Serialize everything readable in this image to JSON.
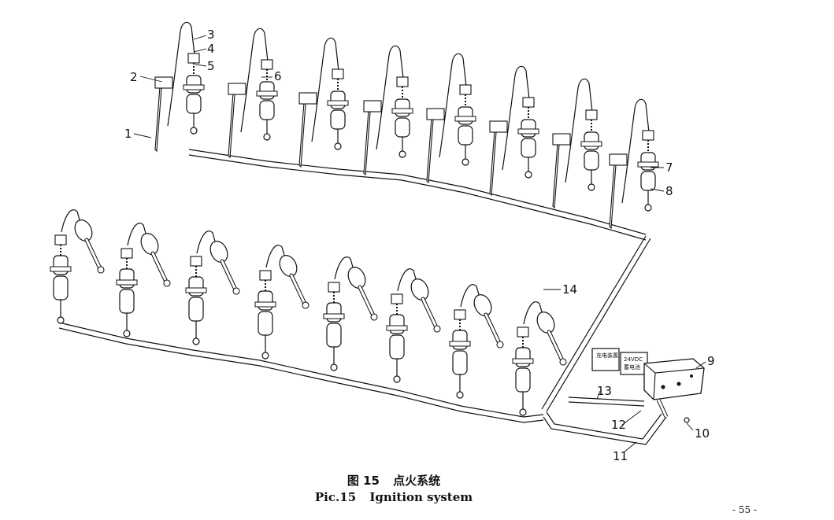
{
  "figure": {
    "number_cn": "图 15",
    "title_cn": "点火系统",
    "number_en": "Pic.15",
    "title_en": "Ignition system"
  },
  "page_number": "- 55 -",
  "callouts": [
    "1",
    "2",
    "3",
    "4",
    "5",
    "6",
    "7",
    "8",
    "9",
    "10",
    "11",
    "12",
    "13",
    "14"
  ],
  "control_box": {
    "charger_label": "充电装置",
    "battery_label_1": "24VDC",
    "battery_label_2": "蓄电池"
  },
  "colors": {
    "ink": "#111111",
    "paper": "#ffffff"
  }
}
